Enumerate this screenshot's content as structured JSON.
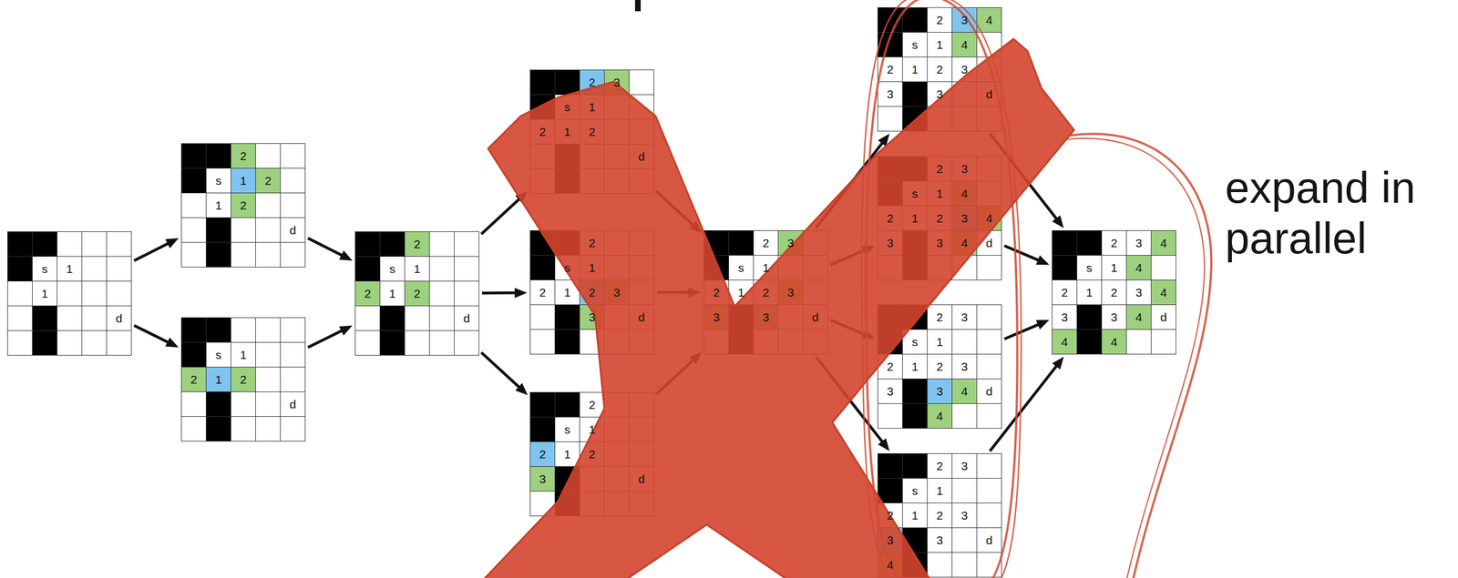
{
  "diagram": {
    "nodes": [
      {
        "text": [
          "s",
          "1",
          "1",
          "d"
        ]
      },
      {
        "text": [
          "2",
          "s",
          "1",
          "2",
          "1",
          "2",
          "d"
        ]
      },
      {
        "text": [
          "s",
          "1",
          "2",
          "1",
          "2",
          "d"
        ]
      },
      {
        "text": [
          "2",
          "s",
          "1",
          "2",
          "1",
          "2",
          "d"
        ]
      },
      {
        "text": [
          "2",
          "3",
          "s",
          "1",
          "2",
          "1",
          "2",
          "d"
        ]
      },
      {
        "text": [
          "2",
          "s",
          "1",
          "2",
          "1",
          "2",
          "3",
          "3",
          "d"
        ]
      },
      {
        "text": [
          "2",
          "s",
          "1",
          "2",
          "1",
          "2",
          "3",
          "d"
        ]
      },
      {
        "text": [
          "2",
          "3",
          "s",
          "1",
          "2",
          "1",
          "2",
          "3",
          "3",
          "3",
          "d"
        ]
      },
      {
        "text": [
          "2",
          "3",
          "4",
          "s",
          "1",
          "4",
          "2",
          "1",
          "2",
          "3",
          "3",
          "3",
          "d"
        ]
      },
      {
        "text": [
          "2",
          "3",
          "s",
          "1",
          "4",
          "2",
          "1",
          "2",
          "3",
          "4",
          "3",
          "3",
          "4",
          "d"
        ]
      },
      {
        "text": [
          "2",
          "3",
          "s",
          "1",
          "2",
          "1",
          "2",
          "3",
          "3",
          "3",
          "4",
          "d",
          "4"
        ]
      },
      {
        "text": [
          "2",
          "3",
          "s",
          "1",
          "2",
          "1",
          "2",
          "3",
          "3",
          "3",
          "d",
          "4"
        ]
      },
      {
        "text": [
          "2",
          "3",
          "4",
          "s",
          "1",
          "4",
          "2",
          "1",
          "2",
          "3",
          "4",
          "3",
          "3",
          "4",
          "d",
          "4",
          "4"
        ]
      }
    ],
    "edges": [
      {
        "from": 0,
        "to": 1,
        "arrow": "to"
      },
      {
        "from": 0,
        "to": 2,
        "arrow": "to"
      },
      {
        "from": 1,
        "to": 3,
        "arrow": "to"
      },
      {
        "from": 2,
        "to": 3,
        "arrow": "to"
      },
      {
        "from": 3,
        "to": 4,
        "arrow": "to"
      },
      {
        "from": 3,
        "to": 5,
        "arrow": "to"
      },
      {
        "from": 3,
        "to": 6,
        "arrow": "to"
      },
      {
        "from": 4,
        "to": 7,
        "arrow": "to"
      },
      {
        "from": 5,
        "to": 7,
        "arrow": "to"
      },
      {
        "from": 6,
        "to": 7,
        "arrow": "to"
      },
      {
        "from": 7,
        "to": 8,
        "arrow": "to"
      },
      {
        "from": 7,
        "to": 9,
        "arrow": "to"
      },
      {
        "from": 7,
        "to": 10,
        "arrow": "to"
      },
      {
        "from": 7,
        "to": 11,
        "arrow": "to"
      },
      {
        "from": 8,
        "to": 12,
        "arrow": "to"
      },
      {
        "from": 9,
        "to": 12,
        "arrow": "to"
      },
      {
        "from": 10,
        "to": 12,
        "arrow": "to"
      },
      {
        "from": 11,
        "to": 12,
        "arrow": "to"
      }
    ],
    "labels": [
      "expand in parallel"
    ]
  }
}
